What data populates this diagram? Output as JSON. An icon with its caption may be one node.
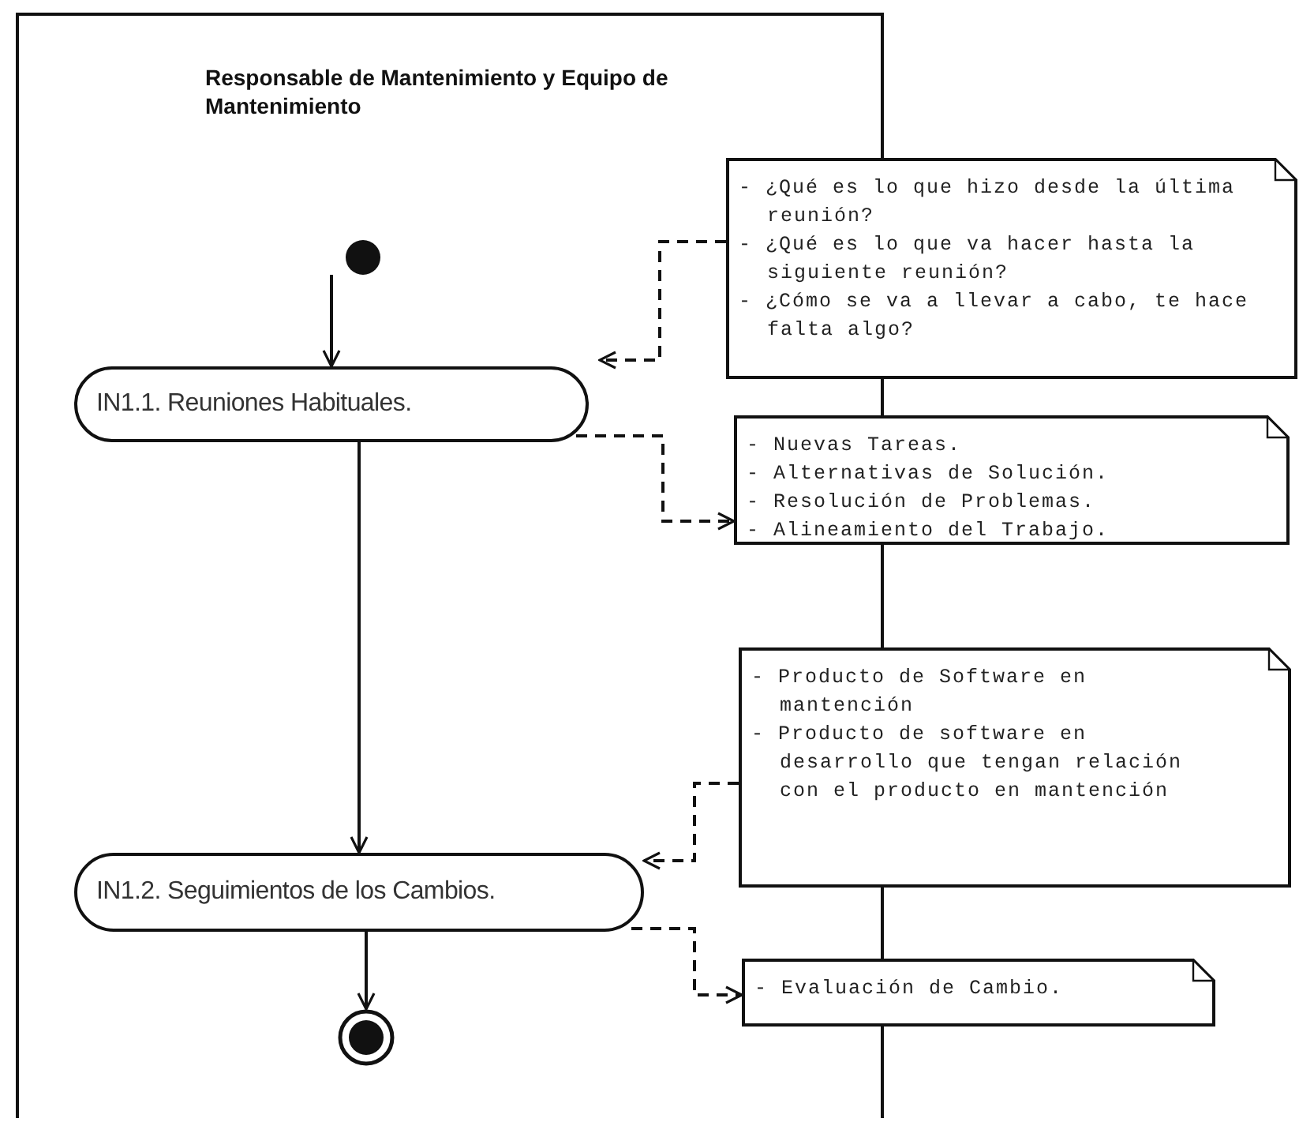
{
  "diagram": {
    "nodes": [
      {
        "text": [
          "Responsable de Mantenimiento y Equipo de Mantenimiento"
        ]
      },
      {
        "text": [],
        "shape": "circle",
        "in": 0
      },
      {
        "text": [
          "- ¿Qué es lo que hizo desde la última reunión?",
          "- ¿Qué es lo que va hacer hasta la siguiente reunión?",
          "- ¿Cómo se va a llevar a cabo, te hace falta algo?"
        ]
      },
      {
        "text": [
          "IN1.1. Reuniones Habituales."
        ],
        "in": 0
      },
      {
        "text": [
          "- Nuevas Tareas.",
          "- Alternativas de Solución.",
          "- Resolución de Problemas.",
          "- Alineamiento del Trabajo."
        ]
      },
      {
        "text": [
          "- Producto de Software en mantención",
          "- Producto de software en desarrollo que tengan relación con el producto en mantención"
        ]
      },
      {
        "text": [
          "IN1.2. Seguimientos de los Cambios."
        ],
        "in": 0
      },
      {
        "text": [
          "- Evaluación de Cambio."
        ]
      },
      {
        "text": [],
        "shape": "circle",
        "in": 0
      }
    ],
    "edges": [
      {
        "from": 1,
        "to": 3,
        "arrow": "to"
      },
      {
        "from": 2,
        "to": 3,
        "arrow": "to",
        "style": "dashed"
      },
      {
        "from": 3,
        "to": 4,
        "arrow": "to",
        "style": "dashed"
      },
      {
        "from": 3,
        "to": 6,
        "arrow": "to"
      },
      {
        "from": 5,
        "to": 6,
        "arrow": "to",
        "style": "dashed"
      },
      {
        "from": 6,
        "to": 7,
        "arrow": "to",
        "style": "dashed"
      },
      {
        "from": 6,
        "to": 8,
        "arrow": "to"
      }
    ]
  }
}
